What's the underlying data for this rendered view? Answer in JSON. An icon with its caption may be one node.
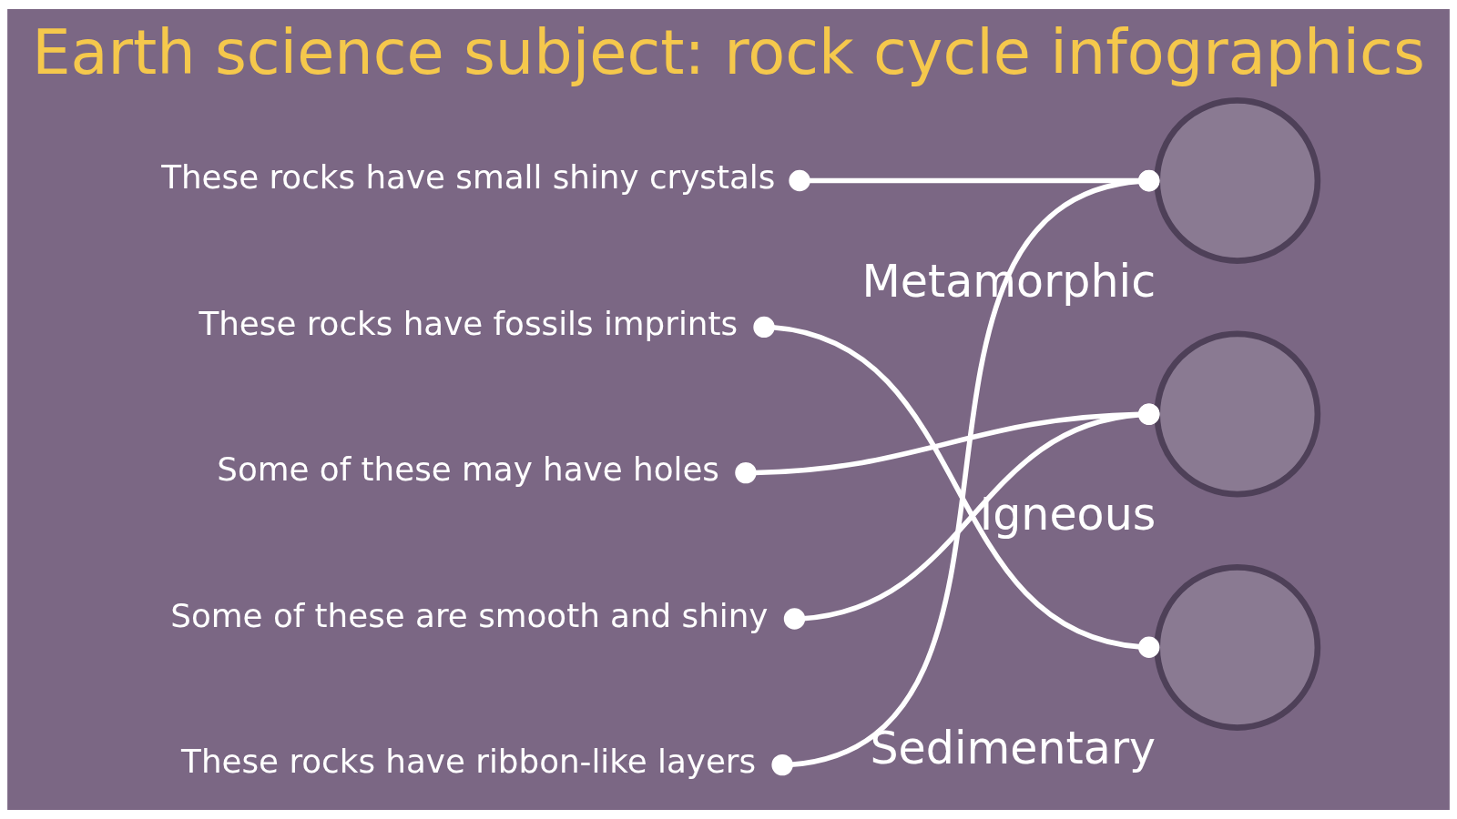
{
  "diagram": {
    "title": "Earth science subject: rock cycle infographics",
    "nodes": [
      {
        "text": [
          "These rocks have small shiny crystals"
        ]
      },
      {
        "text": [
          "These rocks have fossils imprints"
        ]
      },
      {
        "text": [
          "Some of these may have holes"
        ]
      },
      {
        "text": [
          "Some of these are smooth and shiny"
        ]
      },
      {
        "text": [
          "These rocks have ribbon-like layers"
        ]
      },
      {
        "text": [],
        "shape": "circle",
        "beside": [
          "Metamorphic"
        ]
      },
      {
        "text": [],
        "shape": "circle",
        "beside": [
          "Igneous"
        ]
      },
      {
        "text": [],
        "shape": "circle",
        "beside": [
          "Sedimentary"
        ]
      }
    ],
    "edges": [
      {
        "from": 0,
        "to": 5,
        "arrow": "other"
      },
      {
        "from": 1,
        "to": 7,
        "arrow": "other"
      },
      {
        "from": 2,
        "to": 6,
        "arrow": "other"
      },
      {
        "from": 3,
        "to": 6,
        "arrow": "other"
      },
      {
        "from": 4,
        "to": 5,
        "arrow": "other"
      }
    ]
  }
}
